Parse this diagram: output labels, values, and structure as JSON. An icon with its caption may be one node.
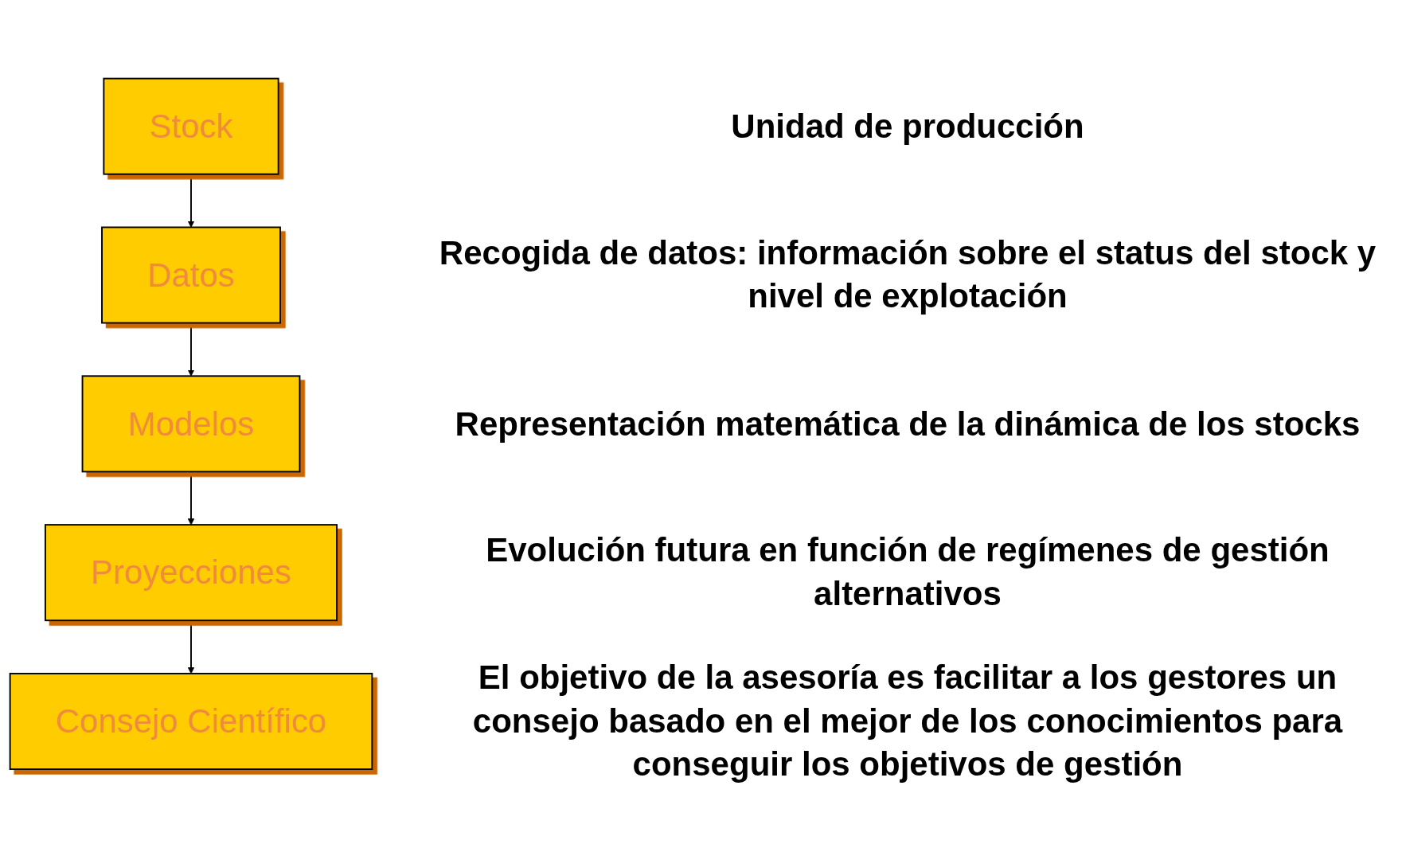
{
  "diagram": {
    "nodes": [
      {
        "text": [
          "Stock"
        ]
      },
      {
        "text": [
          "Datos"
        ]
      },
      {
        "text": [
          "Modelos"
        ]
      },
      {
        "text": [
          "Proyecciones"
        ]
      },
      {
        "text": [
          "Consejo Científico"
        ]
      }
    ],
    "edges": [
      {
        "from": 0,
        "to": 1,
        "arrow": "to"
      },
      {
        "from": 1,
        "to": 2,
        "arrow": "to"
      },
      {
        "from": 2,
        "to": 3,
        "arrow": "to"
      },
      {
        "from": 3,
        "to": 4,
        "arrow": "to"
      }
    ],
    "labels": [
      "Unidad de producción",
      "Recogida de datos: información sobre el status del stock y nivel de explotación",
      "Representación matemática de la dinámica de los stocks",
      "Evolución futura en función de regímenes de gestión alternativos",
      "El objetivo de la asesoría es facilitar a los gestores un consejo basado en el mejor de los conocimientos para conseguir los objetivos de gestión"
    ]
  }
}
